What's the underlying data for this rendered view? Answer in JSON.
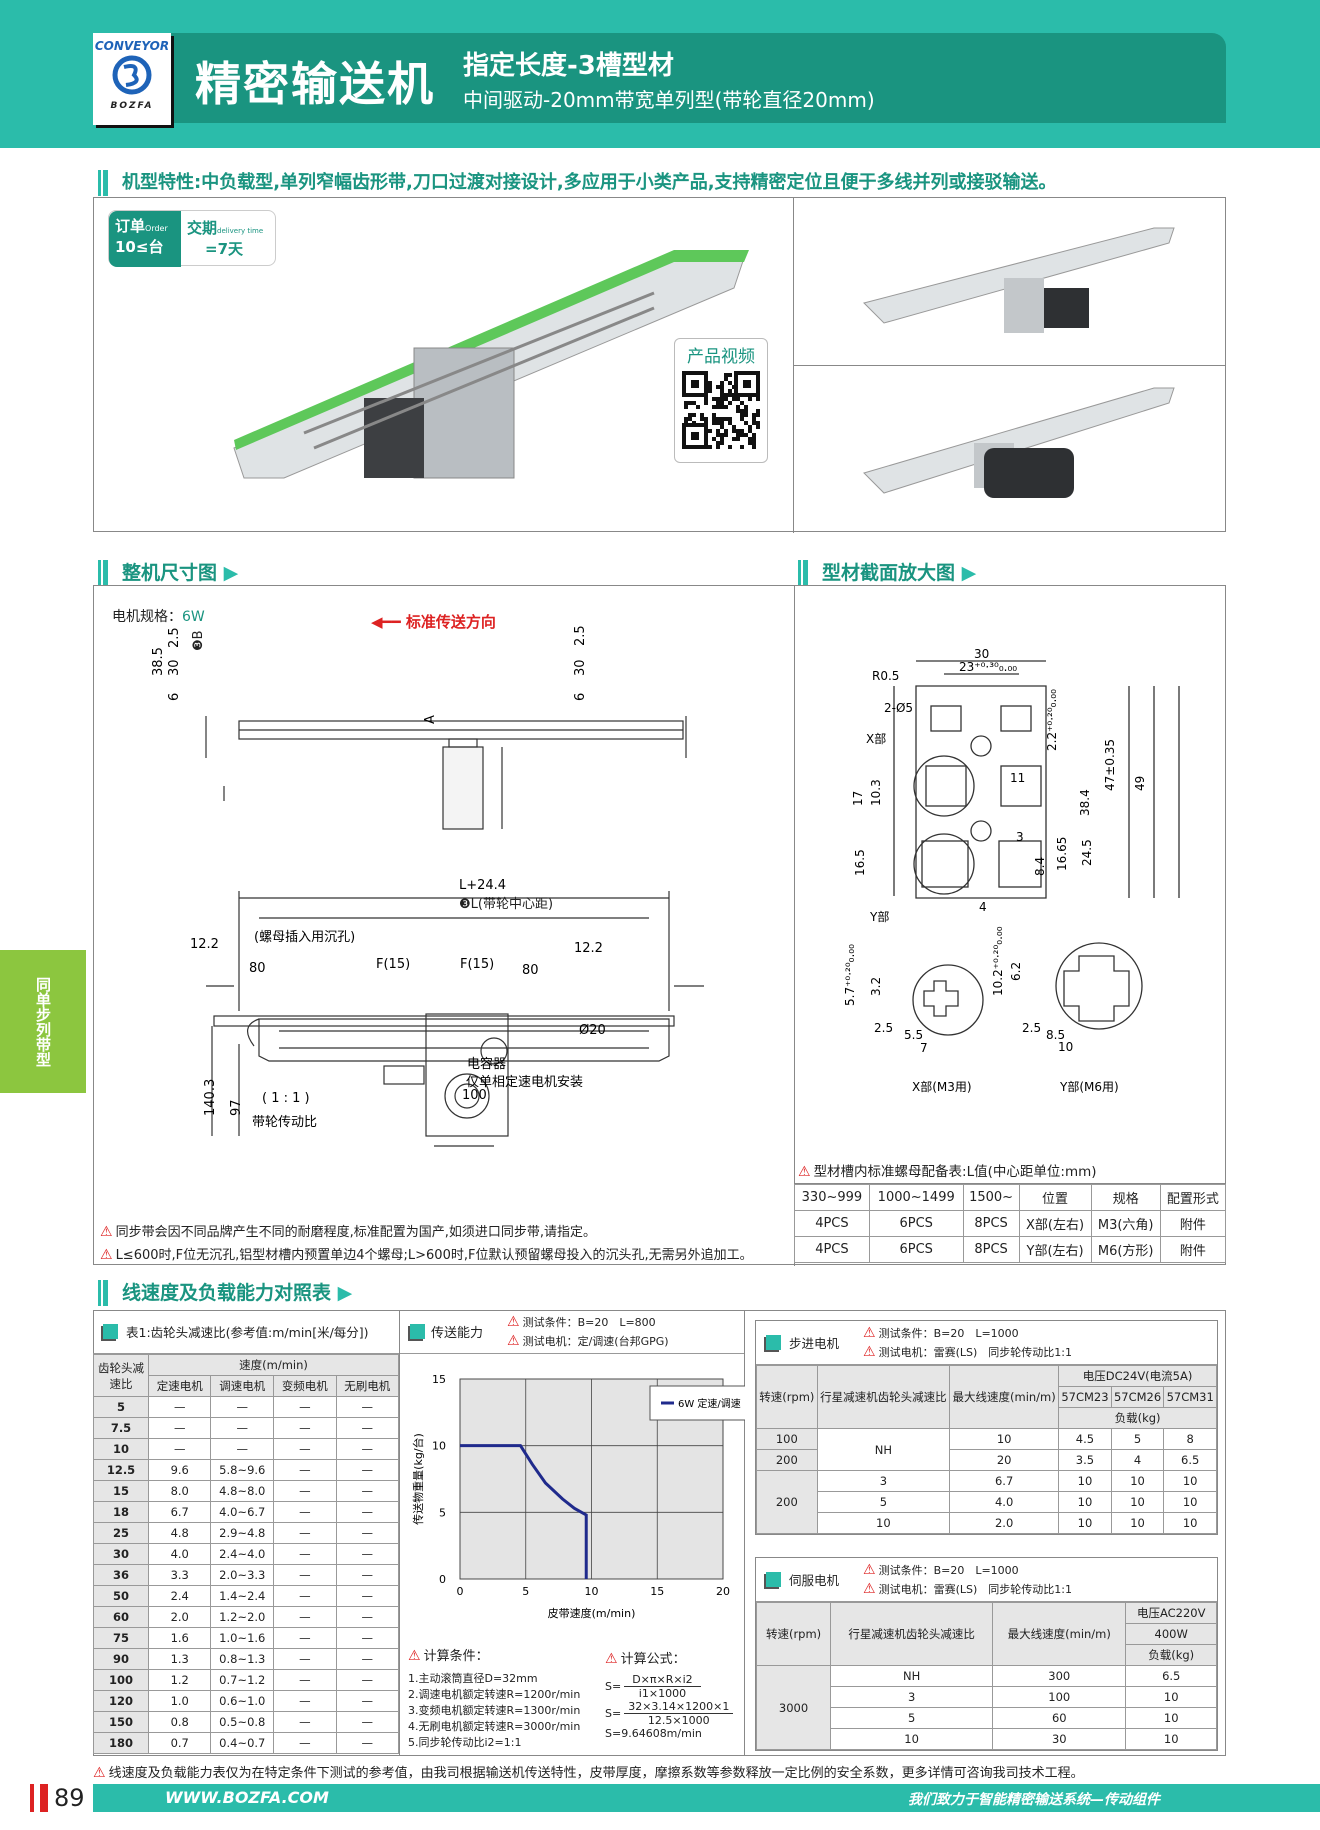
{
  "header": {
    "logo_top": "CONVEYOR",
    "logo_bottom": "BOZFA",
    "title": "精密输送机",
    "subtitle": "指定长度-3槽型材",
    "subtitle2": "中间驱动-20mm带宽单列型(带轮直径20mm)"
  },
  "features": "机型特性:中负载型,单列窄幅齿形带,刀口过渡对接设计,多应用于小类产品,支持精密定位且便于多线并列或接驳输送。",
  "badge": {
    "order_label": "订单",
    "order_en": "Order",
    "order_value": "10≤台",
    "delivery_label": "交期",
    "delivery_en": "delivery time",
    "delivery_value": "=7天"
  },
  "video_label": "产品视频",
  "side_tab": "同单步列带型",
  "dimension": {
    "title": "整机尺寸图",
    "motor_spec_label": "电机规格：",
    "motor_spec": "6W",
    "direction": "标准传送方向",
    "labels": [
      "2.5",
      "30",
      "38.5",
      "6",
      "❸B",
      "2.5",
      "30",
      "6",
      "A",
      "L+24.4",
      "❸L(带轮中心距)",
      "12.2",
      "(螺母插入用沉孔)",
      "80",
      "F(15)",
      "F(15)",
      "80",
      "12.2",
      "Ø20",
      "140.3",
      "97",
      "电容器",
      "仅单相定速电机安装",
      "100",
      "( 1 : 1 )",
      "带轮传动比"
    ],
    "notes": [
      "同步带会因不同品牌产生不同的耐磨程度,标准配置为国产,如须进口同步带,请指定。",
      "L≤600时,F位无沉孔,铝型材槽内预置单边4个螺母;L>600时,F位默认预留螺母投入的沉头孔,无需另外追加工。"
    ]
  },
  "profile": {
    "title": "型材截面放大图",
    "labels": [
      "30",
      "23⁺⁰·³⁰₀.₀₀",
      "R0.5",
      "2-Ø5",
      "X部",
      "17",
      "10.3",
      "11",
      "2.2⁺⁰·²⁰₀.₀₀",
      "38.4",
      "47±0.35",
      "49",
      "24.5",
      "16.65",
      "8.4",
      "3",
      "4",
      "16.5",
      "Y部",
      "5.7⁺⁰·²⁰₀.₀₀",
      "3.2",
      "2.5",
      "5.5",
      "7",
      "X部(M3用)",
      "10.2⁺⁰·²⁰₀.₀₀",
      "6.2",
      "2.5",
      "8.5",
      "10",
      "Y部(M6用)"
    ],
    "nut_table": {
      "title": "型材槽内标准螺母配备表:L值(中心距单位:mm)",
      "headers": [
        "330~999",
        "1000~1499",
        "1500~",
        "位置",
        "规格",
        "配置形式"
      ],
      "rows": [
        [
          "4PCS",
          "6PCS",
          "8PCS",
          "X部(左右)",
          "M3(六角)",
          "附件"
        ],
        [
          "4PCS",
          "6PCS",
          "8PCS",
          "Y部(左右)",
          "M6(方形)",
          "附件"
        ]
      ]
    }
  },
  "speed_section": {
    "title": "线速度及负载能力对照表"
  },
  "table1": {
    "title": "表1:齿轮头减速比(参考值:m/min[米/每分])",
    "col0": "齿轮头减速比",
    "group": "速度(m/min)",
    "cols": [
      "定速电机",
      "调速电机",
      "变频电机",
      "无刷电机"
    ],
    "rows": [
      [
        "5",
        "—",
        "—",
        "—",
        "—"
      ],
      [
        "7.5",
        "—",
        "—",
        "—",
        "—"
      ],
      [
        "10",
        "—",
        "—",
        "—",
        "—"
      ],
      [
        "12.5",
        "9.6",
        "5.8~9.6",
        "—",
        "—"
      ],
      [
        "15",
        "8.0",
        "4.8~8.0",
        "—",
        "—"
      ],
      [
        "18",
        "6.7",
        "4.0~6.7",
        "—",
        "—"
      ],
      [
        "25",
        "4.8",
        "2.9~4.8",
        "—",
        "—"
      ],
      [
        "30",
        "4.0",
        "2.4~4.0",
        "—",
        "—"
      ],
      [
        "36",
        "3.3",
        "2.0~3.3",
        "—",
        "—"
      ],
      [
        "50",
        "2.4",
        "1.4~2.4",
        "—",
        "—"
      ],
      [
        "60",
        "2.0",
        "1.2~2.0",
        "—",
        "—"
      ],
      [
        "75",
        "1.6",
        "1.0~1.6",
        "—",
        "—"
      ],
      [
        "90",
        "1.3",
        "0.8~1.3",
        "—",
        "—"
      ],
      [
        "100",
        "1.2",
        "0.7~1.2",
        "—",
        "—"
      ],
      [
        "120",
        "1.0",
        "0.6~1.0",
        "—",
        "—"
      ],
      [
        "150",
        "0.8",
        "0.5~0.8",
        "—",
        "—"
      ],
      [
        "180",
        "0.7",
        "0.4~0.7",
        "—",
        "—"
      ]
    ]
  },
  "capacity": {
    "title": "传送能力",
    "cond1": "测试条件：B=20　L=800",
    "cond2": "测试电机：定/调速(台邦GPG)",
    "calc_title": "计算条件：",
    "calc": [
      "1.主动滚筒直径D=32mm",
      "2.调速电机额定转速R=1200r/min",
      "3.变频电机额定转速R=1300r/min",
      "4.无刷电机额定转速R=3000r/min",
      "5.同步轮传动比i2=1:1"
    ],
    "formula_title": "计算公式：",
    "f1_num": "D×π×R×i2",
    "f1_den": "i1×1000",
    "f2_num": "32×3.14×1200×1",
    "f2_den": "12.5×1000",
    "s_eq": "S=",
    "result": "S=9.64608m/min"
  },
  "chart_data": {
    "type": "line",
    "xlabel": "皮带速度(m/min)",
    "ylabel": "传送物重量(kg/台)",
    "xlim": [
      0,
      20
    ],
    "ylim": [
      0,
      15
    ],
    "xticks": [
      "0",
      "5",
      "10",
      "15",
      "20"
    ],
    "yticks": [
      "0",
      "5",
      "10",
      "15"
    ],
    "grid": true,
    "legend": "top-right",
    "series": [
      {
        "name": "6W 定速/调速",
        "color": "#1f2a8c",
        "x": [
          0,
          4.6,
          5.5,
          6.5,
          7.8,
          8.7,
          9.6,
          9.6
        ],
        "y": [
          10,
          10,
          8.6,
          7.2,
          6.0,
          5.3,
          4.8,
          0
        ]
      }
    ]
  },
  "stepper": {
    "title": "步进电机",
    "cond1": "测试条件：B=20　L=1000",
    "cond2": "测试电机：雷赛(LS)　同步轮传动比1:1",
    "h_speed": "转速(rpm)",
    "h_ratio": "行星减速机齿轮头减速比",
    "h_max": "最大线速度(min/m)",
    "h_volt": "电压DC24V(电流5A)",
    "models": [
      "57CM23",
      "57CM26",
      "57CM31"
    ],
    "h_load": "负载(kg)",
    "rows": [
      [
        "100",
        "NH",
        "10",
        "4.5",
        "5",
        "8"
      ],
      [
        "200",
        "",
        "20",
        "3.5",
        "4",
        "6.5"
      ],
      [
        "200",
        "3",
        "6.7",
        "10",
        "10",
        "10"
      ],
      [
        "",
        "5",
        "4.0",
        "10",
        "10",
        "10"
      ],
      [
        "",
        "10",
        "2.0",
        "10",
        "10",
        "10"
      ]
    ]
  },
  "servo": {
    "title": "伺服电机",
    "cond1": "测试条件：B=20　L=1000",
    "cond2": "测试电机：雷赛(LS)　同步轮传动比1:1",
    "h_speed": "转速(rpm)",
    "h_ratio": "行星减速机齿轮头减速比",
    "h_max": "最大线速度(min/m)",
    "h_volt": "电压AC220V",
    "h_power": "400W",
    "h_load": "负载(kg)",
    "rows": [
      [
        "3000",
        "NH",
        "300",
        "6.5"
      ],
      [
        "",
        "3",
        "100",
        "10"
      ],
      [
        "",
        "5",
        "60",
        "10"
      ],
      [
        "",
        "10",
        "30",
        "10"
      ]
    ]
  },
  "footer": {
    "note": "线速度及负载能力表仅为在特定条件下测试的参考值，由我司根据输送机传送特性，皮带厚度，摩擦系数等参数释放一定比例的安全系数，更多详情可咨询我司技术工程。",
    "page": "89",
    "url": "WWW.BOZFA.COM",
    "slogan": "我们致力于智能精密输送系统—传动组件"
  }
}
